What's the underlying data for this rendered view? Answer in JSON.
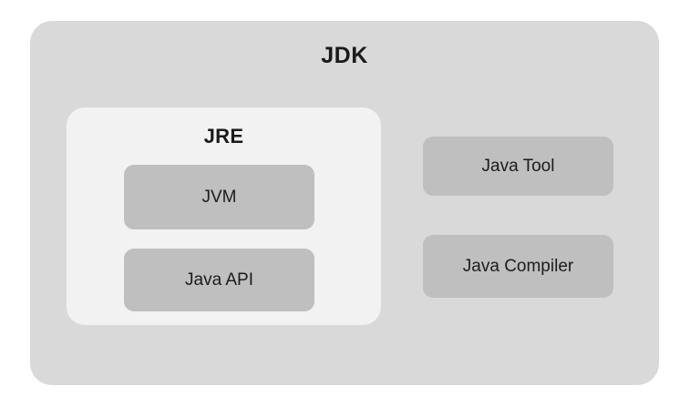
{
  "diagram": {
    "type": "nested-architecture-diagram",
    "subject": "Java Development Kit composition",
    "outer": {
      "name": "jdk",
      "title": "JDK",
      "fill": "#d9d9d9"
    },
    "jre": {
      "name": "jre",
      "title": "JRE",
      "fill": "#f2f2f2",
      "components": [
        {
          "name": "jvm",
          "label": "JVM",
          "fill": "#bfbfbf"
        },
        {
          "name": "java-api",
          "label": "Java API",
          "fill": "#bfbfbf"
        }
      ]
    },
    "jdk_tools": [
      {
        "name": "java-tool",
        "label": "Java Tool",
        "fill": "#bfbfbf"
      },
      {
        "name": "java-compiler",
        "label": "Java Compiler",
        "fill": "#bfbfbf"
      }
    ],
    "colors": {
      "background": "#ffffff",
      "outer_fill": "#d9d9d9",
      "jre_fill": "#f2f2f2",
      "box_fill": "#bfbfbf",
      "text": "#1a1a1a"
    }
  }
}
